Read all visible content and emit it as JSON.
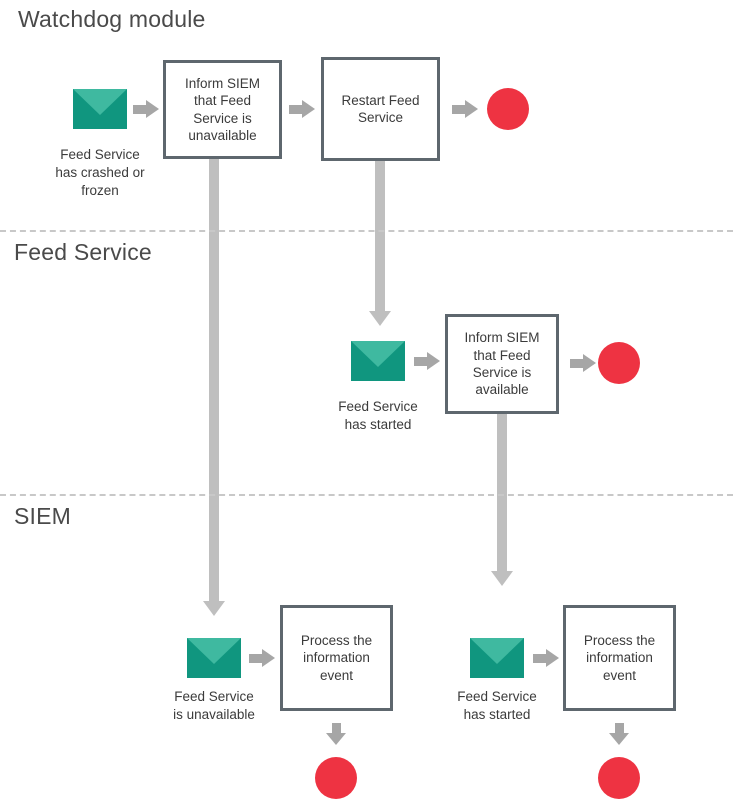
{
  "diagram": {
    "type": "swimlane-flowchart",
    "colors": {
      "envelope_body": "#10967F",
      "envelope_flap": "#3FB9A0",
      "terminator_red": "#EE3342",
      "box_border": "#5E676E",
      "arrow_gray": "#A6A6A6",
      "connector_gray": "#BFBFBF",
      "divider_gray": "#C8C8C8",
      "text_gray": "#3B3B3B",
      "title_gray": "#4A4A4A",
      "background": "#FFFFFF"
    },
    "lanes": [
      {
        "id": "watchdog",
        "title": "Watchdog module"
      },
      {
        "id": "feed-service",
        "title": "Feed Service"
      },
      {
        "id": "siem",
        "title": "SIEM"
      }
    ],
    "messages": [
      {
        "id": "msg-crashed",
        "caption": "Feed Service\nhas crashed or\nfrozen",
        "lane": "watchdog"
      },
      {
        "id": "msg-started-feed",
        "caption": "Feed Service\nhas started",
        "lane": "feed-service"
      },
      {
        "id": "msg-unavailable-siem",
        "caption": "Feed Service\nis unavailable",
        "lane": "siem"
      },
      {
        "id": "msg-started-siem",
        "caption": "Feed Service\nhas started",
        "lane": "siem"
      }
    ],
    "processes": [
      {
        "id": "inform-unavailable",
        "label": "Inform SIEM that Feed Service is unavailable",
        "lane": "watchdog"
      },
      {
        "id": "restart-feed-service",
        "label": "Restart Feed Service",
        "lane": "watchdog"
      },
      {
        "id": "inform-available",
        "label": "Inform SIEM that Feed Service is available",
        "lane": "feed-service"
      },
      {
        "id": "process-event-left",
        "label": "Process the information event",
        "lane": "siem"
      },
      {
        "id": "process-event-right",
        "label": "Process the information event",
        "lane": "siem"
      }
    ],
    "terminators": [
      {
        "id": "end-watchdog",
        "lane": "watchdog"
      },
      {
        "id": "end-feed-service",
        "lane": "feed-service"
      },
      {
        "id": "end-siem-left",
        "lane": "siem"
      },
      {
        "id": "end-siem-right",
        "lane": "siem"
      }
    ]
  }
}
